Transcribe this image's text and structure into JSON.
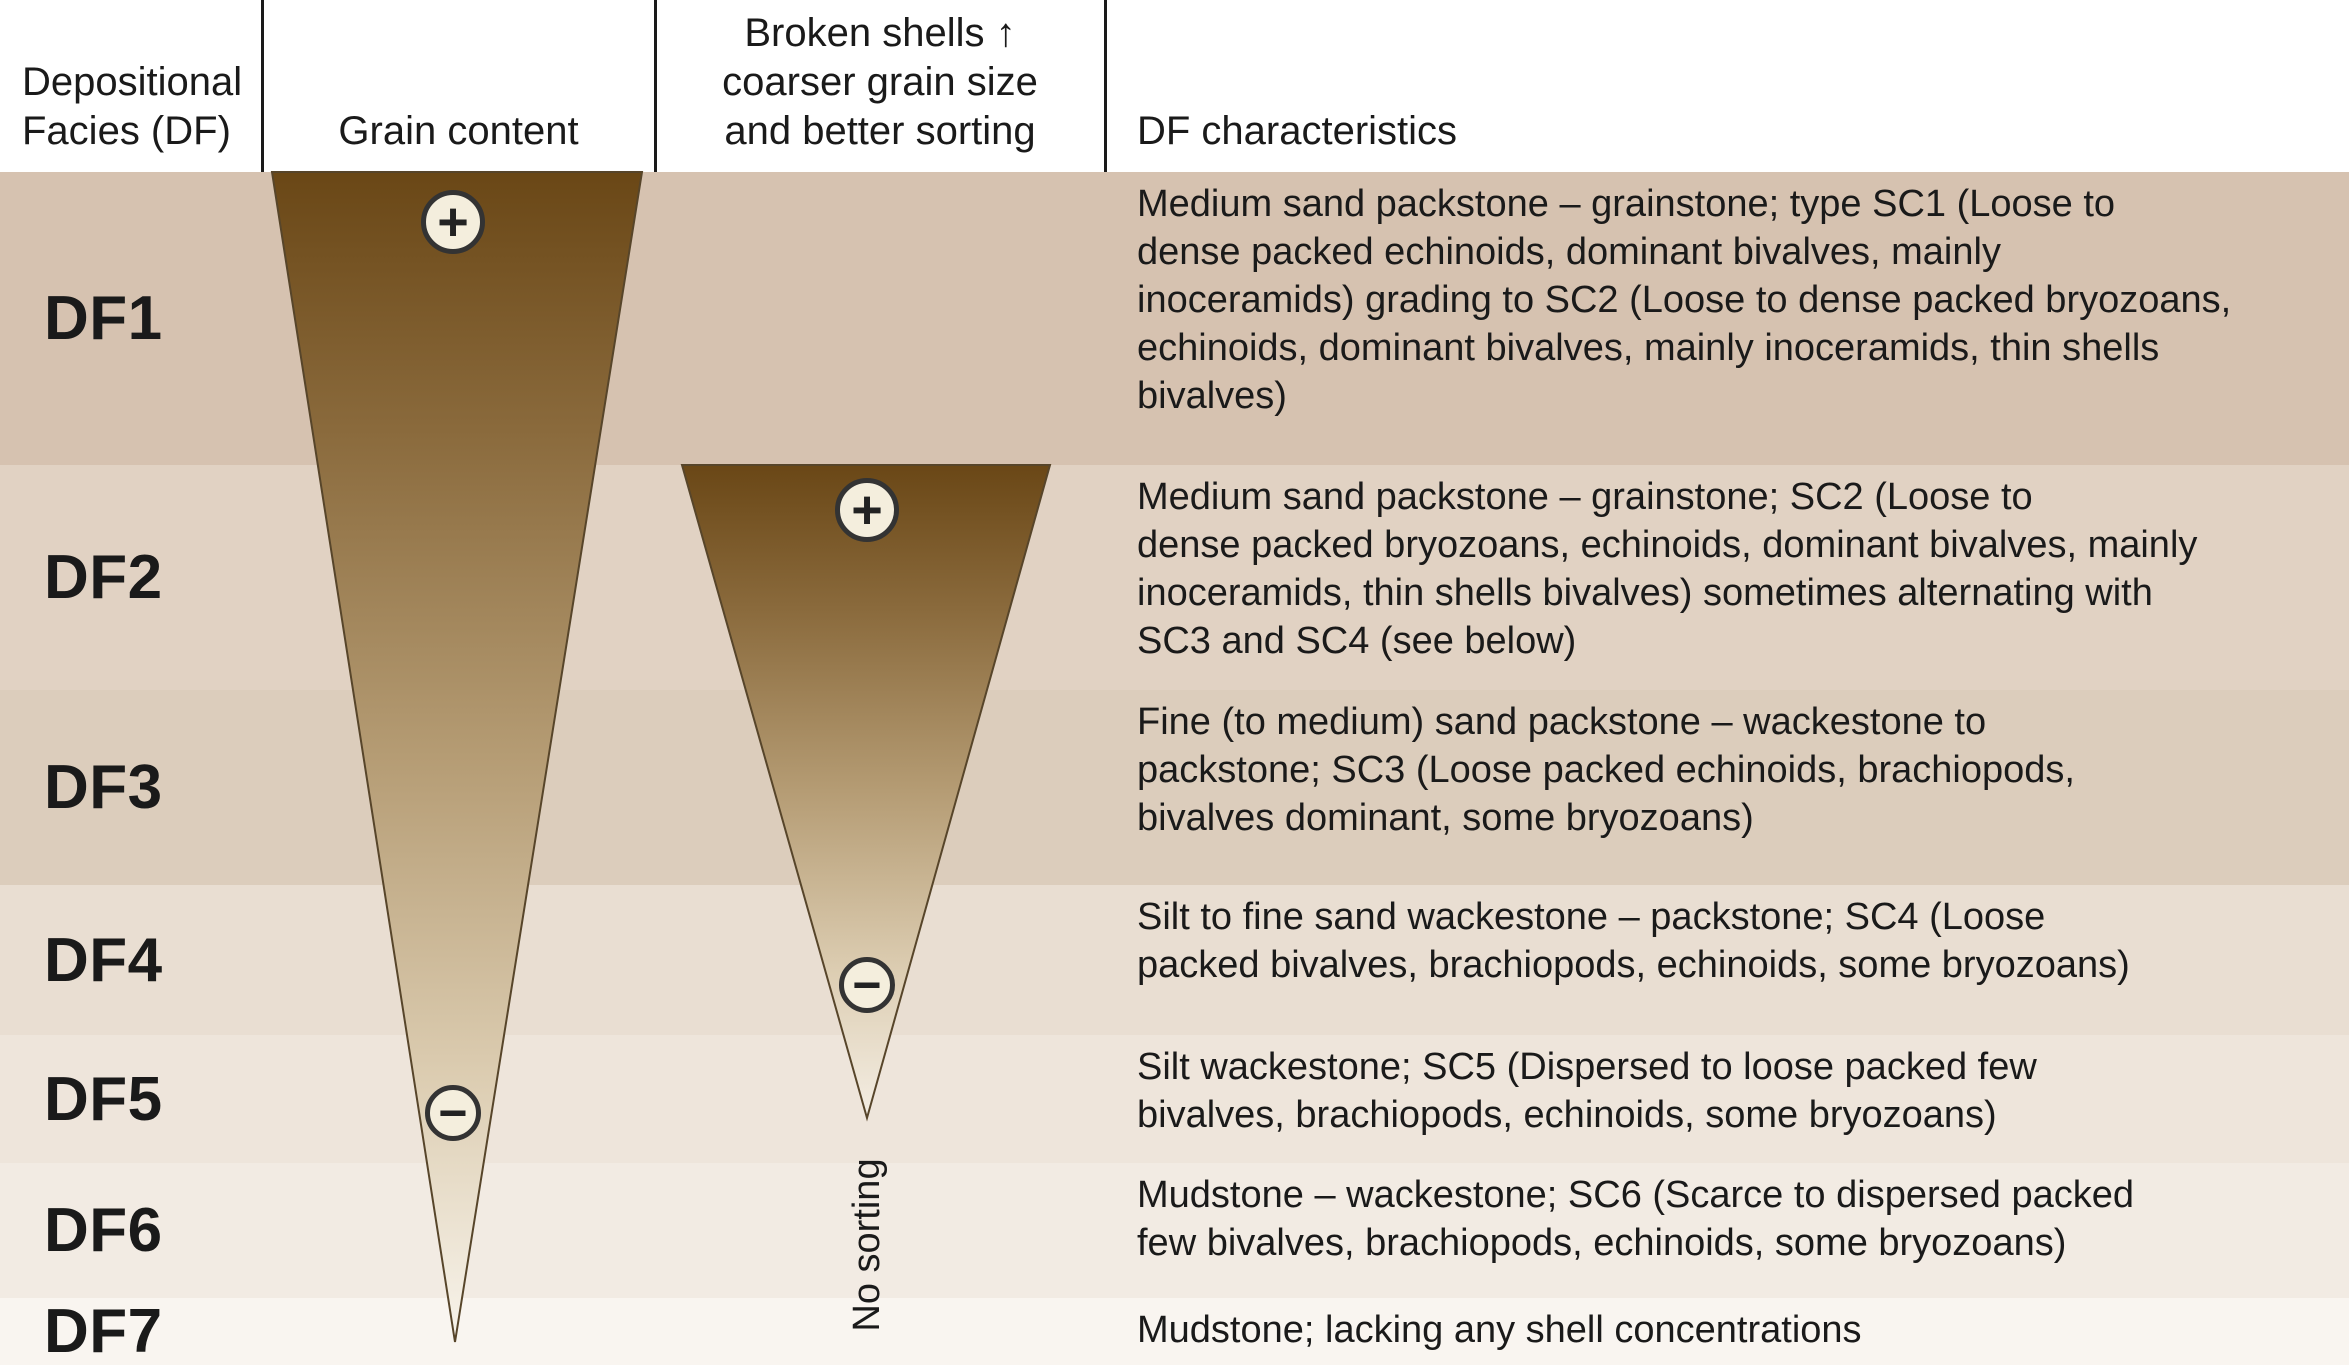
{
  "header": {
    "depositional_facies": "Depositional\nFacies (DF)",
    "grain_content": "Grain content",
    "broken_shells": "Broken shells ↑\ncoarser grain size\nand better sorting",
    "df_characteristics": "DF characteristics"
  },
  "symbols": {
    "plus": "+",
    "minus": "−"
  },
  "no_sorting_label": "No sorting",
  "rows": [
    {
      "label": "DF1",
      "characteristics": "Medium sand packstone – grainstone; type SC1 (Loose to\ndense packed echinoids, dominant bivalves, mainly\ninoceramids) grading to SC2 (Loose to dense packed bryozoans,\nechinoids, dominant bivalves, mainly inoceramids, thin shells\nbivalves)",
      "bg": "#d6c2b0"
    },
    {
      "label": "DF2",
      "characteristics": "Medium sand packstone – grainstone; SC2 (Loose to\ndense packed bryozoans, echinoids, dominant bivalves, mainly\ninoceramids, thin shells bivalves) sometimes alternating with\nSC3 and SC4 (see below)",
      "bg": "#e1d2c3"
    },
    {
      "label": "DF3",
      "characteristics": "Fine (to medium) sand packstone – wackestone to\npackstone; SC3 (Loose packed echinoids, brachiopods,\nbivalves dominant, some bryozoans)",
      "bg": "#dccdbc"
    },
    {
      "label": "DF4",
      "characteristics": "Silt to fine sand wackestone – packstone; SC4 (Loose\npacked bivalves, brachiopods, echinoids, some bryozoans)",
      "bg": "#e9ded2"
    },
    {
      "label": "DF5",
      "characteristics": "Silt wackestone; SC5 (Dispersed to loose packed few\nbivalves, brachiopods, echinoids, some bryozoans)",
      "bg": "#eee5db"
    },
    {
      "label": "DF6",
      "characteristics": "Mudstone – wackestone; SC6 (Scarce to dispersed packed\nfew bivalves, brachiopods, echinoids, some bryozoans)",
      "bg": "#f2ebe3"
    },
    {
      "label": "DF7",
      "characteristics": "Mudstone; lacking any shell concentrations",
      "bg": "#f9f5f0"
    }
  ],
  "colors": {
    "triangle_dark": "#6a4716",
    "triangle_mid": "#b59c74",
    "triangle_light": "#f8f4ec",
    "triangle_outline": "#57452a",
    "divider": "#1a1a1a",
    "text": "#1a1a1a",
    "badge_fill": "#f4eedd",
    "badge_ring": "#333333"
  }
}
